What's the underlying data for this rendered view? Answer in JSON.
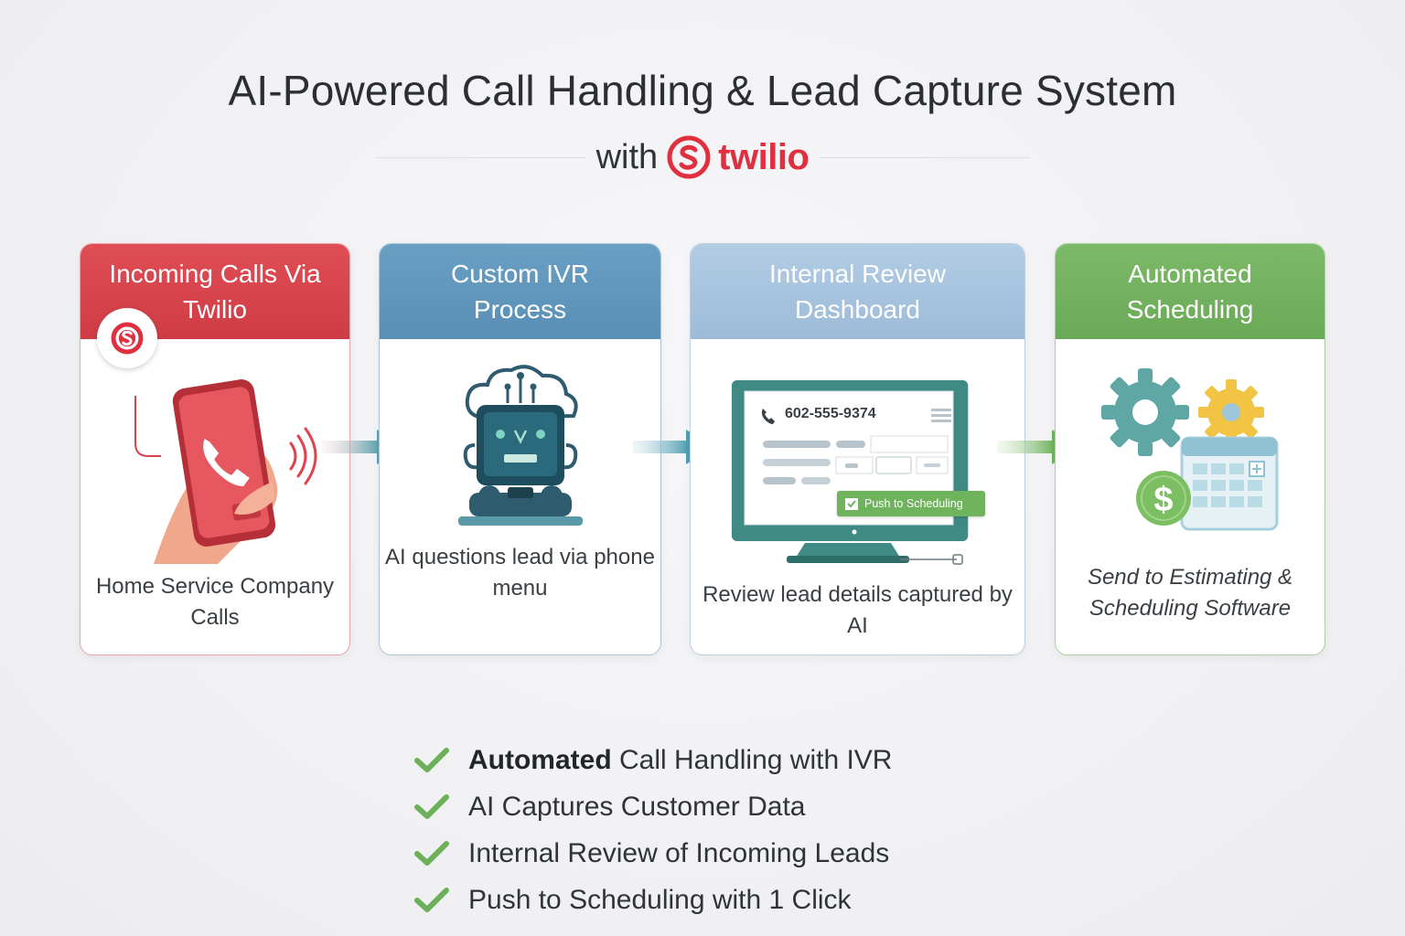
{
  "header": {
    "title": "AI-Powered Call Handling & Lead Capture System",
    "with_text": "with",
    "brand": "twilio",
    "brand_color": "#e0303f"
  },
  "steps": [
    {
      "title": "Incoming Calls Via Twilio",
      "description": "Home Service Company Calls",
      "icon": "phone-hand-icon",
      "color": "#d9434c"
    },
    {
      "title": "Custom IVR Process",
      "description": "AI questions lead via phone menu",
      "icon": "robot-icon",
      "color": "#6299bf"
    },
    {
      "title": "Internal Review Dashboard",
      "description": "Review lead details captured by AI",
      "icon": "monitor-icon",
      "color": "#a7c4df"
    },
    {
      "title": "Automated Scheduling",
      "description": "Send to Estimating & Scheduling Software",
      "icon": "gears-calendar-icon",
      "color": "#74b262"
    }
  ],
  "dashboard": {
    "phone_number": "602-555-9374",
    "push_label": "Push to Scheduling"
  },
  "features": [
    {
      "bold": "Automated",
      "text": " Call Handling with IVR"
    },
    {
      "bold": "",
      "text": "AI Captures Customer Data"
    },
    {
      "bold": "",
      "text": "Internal Review of Incoming Leads"
    },
    {
      "bold": "",
      "text": "Push to Scheduling with 1 Click"
    }
  ]
}
